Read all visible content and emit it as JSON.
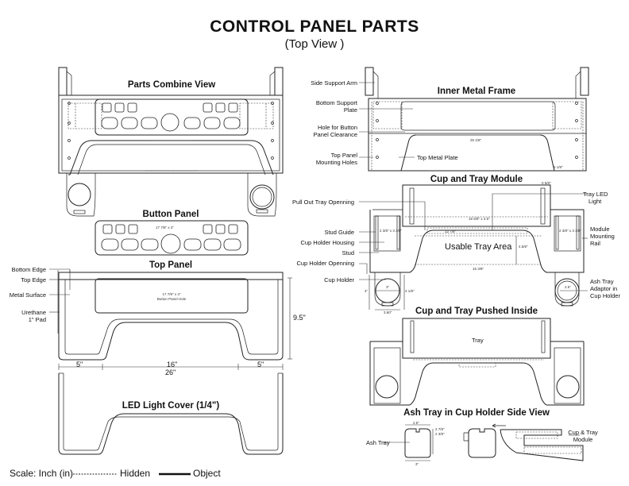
{
  "header": {
    "title": "CONTROL PANEL PARTS",
    "subtitle": "(Top View )"
  },
  "sections": {
    "parts_combine_view": "Parts Combine View",
    "button_panel": "Button Panel",
    "top_panel": "Top Panel",
    "led_light_cover": "LED Light Cover (1/4\")",
    "inner_metal_frame": "Inner Metal Frame",
    "cup_and_tray_module": "Cup and Tray Module",
    "cup_and_tray_pushed_inside": "Cup and Tray Pushed Inside",
    "ash_tray_side_view": "Ash Tray in Cup Holder Side View"
  },
  "button_panel": {
    "dimension": "17 7/8\" x 4\""
  },
  "top_panel": {
    "hole_label_line1": "17 7/8\" x 4\"",
    "hole_label_line2": "Button Panel Hole",
    "callouts": [
      "Bottom Edge",
      "Top Edge",
      "Metal Surface",
      "Urethane",
      "1\" Pad"
    ],
    "height_dim": "9.5\"",
    "width_dims": {
      "left": "5\"",
      "middle": "16\"",
      "right": "5\"",
      "total": "26\""
    }
  },
  "inner_metal_frame": {
    "callouts": {
      "side_support_arm": "Side Support Arm",
      "bottom_support_plate_1": "Bottom Support",
      "bottom_support_plate_2": "Plate",
      "hole_clearance_1": "Hole for Button",
      "hole_clearance_2": "Panel Clearance",
      "mounting_holes_1": "Top Panel",
      "mounting_holes_2": "Mounting Holes",
      "top_metal_plate": "Top Metal Plate"
    },
    "dims": {
      "width": "25 1/8\"",
      "depth": "6 1/8\""
    }
  },
  "cup_tray_module": {
    "callouts": {
      "pull_out_tray": "Pull Out Tray Openning",
      "stud_guide": "Stud Guide",
      "cup_holder_housing": "Cup Holder Housing",
      "stud": "Stud",
      "cup_holder_opening": "Cup Holder Openning",
      "cup_holder": "Cup Holder",
      "tray_led_1": "Tray LED",
      "tray_led_2": "Light",
      "rail_1": "Module",
      "rail_2": "Mounting",
      "rail_3": "Rail",
      "ash_adaptor_1": "Ash Tray",
      "ash_adaptor_2": "Adaptor in",
      "ash_adaptor_3": "Cup Holder",
      "usable_tray_area": "Usable Tray Area"
    },
    "dims": {
      "top_right": "0 5/8\"",
      "tray_inner": "15 5/8\" x 4.5\"",
      "tray_top": "12 7/8\"",
      "tray_depth": "4.5/8\"",
      "tray_bottom": "15 3/8\"",
      "housing_left": "2 3/8\" x 3 3/8\"",
      "housing_right": "2 3/8\" x 3 3/8\"",
      "cup_dia": "3\"",
      "cup_height": "4\"",
      "cup_side": "4 1/8\"",
      "cup_width": "3.60\"",
      "ash_dia": "2.5\""
    }
  },
  "pushed_inside": {
    "tray_label": "Tray"
  },
  "ash_tray_side": {
    "ash_tray_label": "Ash Tray",
    "module_label_1": "Cup & Tray",
    "module_label_2": "Module",
    "dims": {
      "top": "2.5\"",
      "h1": "2 7/8\"",
      "h2": "2 3/8\"",
      "bottom": "3\""
    }
  },
  "legend": {
    "scale": "Scale: Inch (in)",
    "hidden": "Hidden",
    "object": "Object"
  }
}
